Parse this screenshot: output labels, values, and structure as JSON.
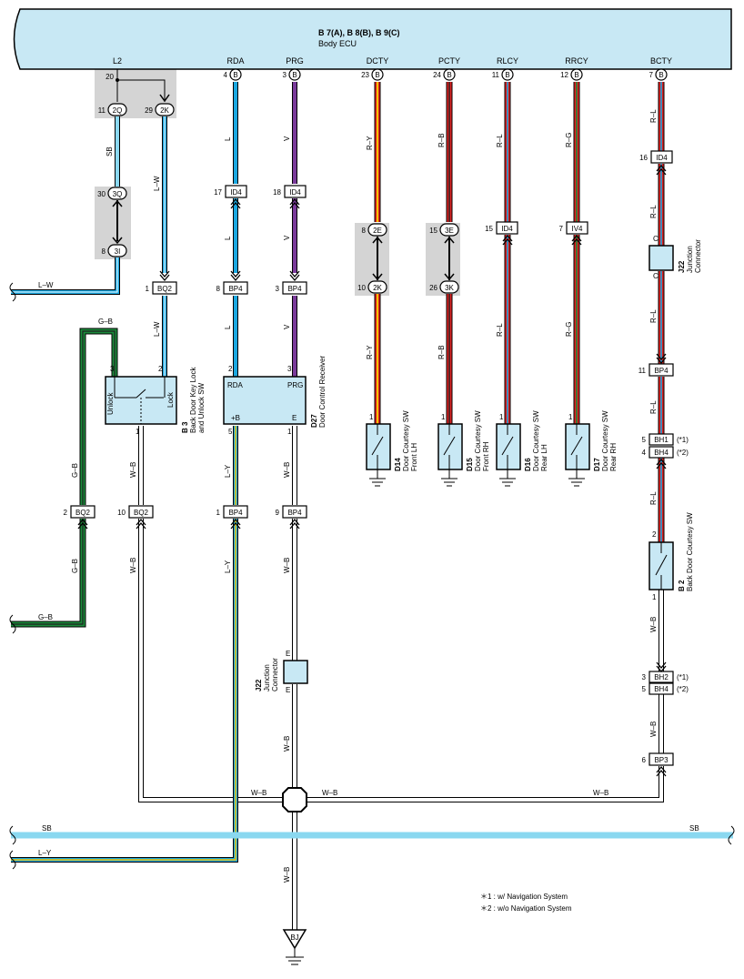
{
  "ecu": {
    "title": "B 7(A), B 8(B), B 9(C)",
    "subtitle": "Body ECU",
    "fill": "#c8e8f4",
    "terminals": [
      {
        "name": "L2"
      },
      {
        "name": "RDA",
        "pin": "4",
        "conn": "B"
      },
      {
        "name": "PRG",
        "pin": "3",
        "conn": "B"
      },
      {
        "name": "DCTY",
        "pin": "23",
        "conn": "B"
      },
      {
        "name": "PCTY",
        "pin": "24",
        "conn": "B"
      },
      {
        "name": "RLCY",
        "pin": "11",
        "conn": "B"
      },
      {
        "name": "RRCY",
        "pin": "12",
        "conn": "B"
      },
      {
        "name": "BCTY",
        "pin": "7",
        "conn": "B"
      }
    ]
  },
  "wire_colors": {
    "SB": "#8ad8f0",
    "L": "#1aa7e0",
    "V": "#7a3a9a",
    "R": "#e02020",
    "Y": "#f2c200",
    "B": "#222222",
    "G": "#1a8a3a",
    "W": "#ffffff"
  },
  "wires": {
    "sb": "SB",
    "lw": "L–W",
    "l": "L",
    "v": "V",
    "ry": "R–Y",
    "rb": "R–B",
    "rl": "R–L",
    "rg": "R–G",
    "gb": "G–B",
    "wb": "W–B",
    "ly": "L–Y"
  },
  "pins": {
    "p20": "20",
    "p11": "11",
    "p29": "29",
    "p30": "30",
    "p8": "8",
    "p17": "17",
    "p18": "18",
    "p1": "1",
    "p3": "3",
    "p2": "2",
    "p10": "10",
    "p9": "9",
    "p5": "5",
    "p15": "15",
    "p7": "7",
    "p26": "26",
    "p16": "16",
    "p4": "4",
    "p6": "6"
  },
  "connectors": {
    "c2q": "2Q",
    "c2k": "2K",
    "c3q": "3Q",
    "c3i": "3I",
    "id4": "ID4",
    "bq2": "BQ2",
    "bp4": "BP4",
    "c2e": "2E",
    "c3e": "3E",
    "c3k": "3K",
    "iv4": "IV4",
    "bh1": "BH1",
    "bh4": "BH4",
    "bh2": "BH2",
    "bp3": "BP3",
    "bj": "BJ",
    "c": "C",
    "e": "E"
  },
  "components": {
    "b3": {
      "code": "B 3",
      "line1": "Back Door Key Lock",
      "line2": "and Unlock SW",
      "unlock": "Unlock",
      "lock": "Lock"
    },
    "d27": {
      "code": "D27",
      "name": "Door Control Receiver",
      "rda": "RDA",
      "prg": "PRG",
      "plusb": "+B",
      "e": "E"
    },
    "d14": {
      "code": "D14",
      "line1": "Door Courtesy SW",
      "line2": "Front LH"
    },
    "d15": {
      "code": "D15",
      "line1": "Door Courtesy SW",
      "line2": "Front RH"
    },
    "d16": {
      "code": "D16",
      "line1": "Door Courtesy SW",
      "line2": "Rear LH"
    },
    "d17": {
      "code": "D17",
      "line1": "Door Courtesy SW",
      "line2": "Rear RH"
    },
    "b2": {
      "code": "B 2",
      "name": "Back Door Courtesy SW"
    },
    "j22": {
      "code": "J22",
      "line1": "Junction",
      "line2": "Connector"
    }
  },
  "notes": {
    "star1": "(*1)",
    "star2": "(*2)",
    "fn1": "＊1 : w/ Navigation System",
    "fn2": "＊2 : w/o Navigation System"
  }
}
